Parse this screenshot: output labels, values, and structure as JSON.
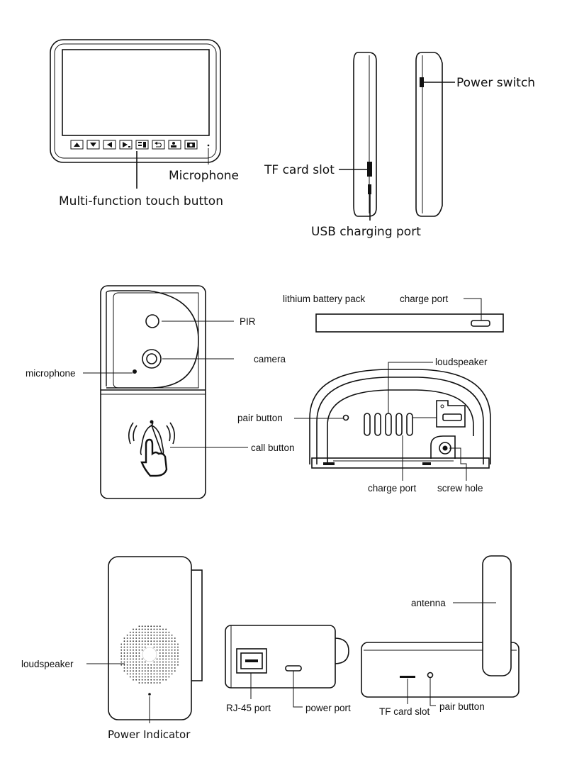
{
  "labels": {
    "multi_function_touch_button": "Multi-function touch button",
    "microphone_monitor": "Microphone",
    "tf_card_slot_monitor": "TF card slot",
    "usb_charging_port": "USB charging port",
    "power_switch": "Power switch",
    "pir": "PIR",
    "camera": "camera",
    "microphone_doorbell": "microphone",
    "call_button": "call button",
    "lithium_battery_pack": "lithium battery pack",
    "charge_port_battery": "charge port",
    "loudspeaker_back": "loudspeaker",
    "pair_button_back": "pair button",
    "charge_port_back": "charge port",
    "screw_hole": "screw hole",
    "loudspeaker_chime": "loudspeaker",
    "power_indicator": "Power Indicator",
    "rj45_port": "RJ-45 port",
    "power_port": "power port",
    "antenna": "antenna",
    "tf_card_slot_base": "TF card slot",
    "pair_button_base": "pair button"
  },
  "icons": [
    "up-arrow-icon",
    "down-arrow-icon",
    "left-arrow-icon",
    "right-arrow-icon",
    "menu-icon",
    "back-icon",
    "user-icon",
    "camera-icon"
  ]
}
